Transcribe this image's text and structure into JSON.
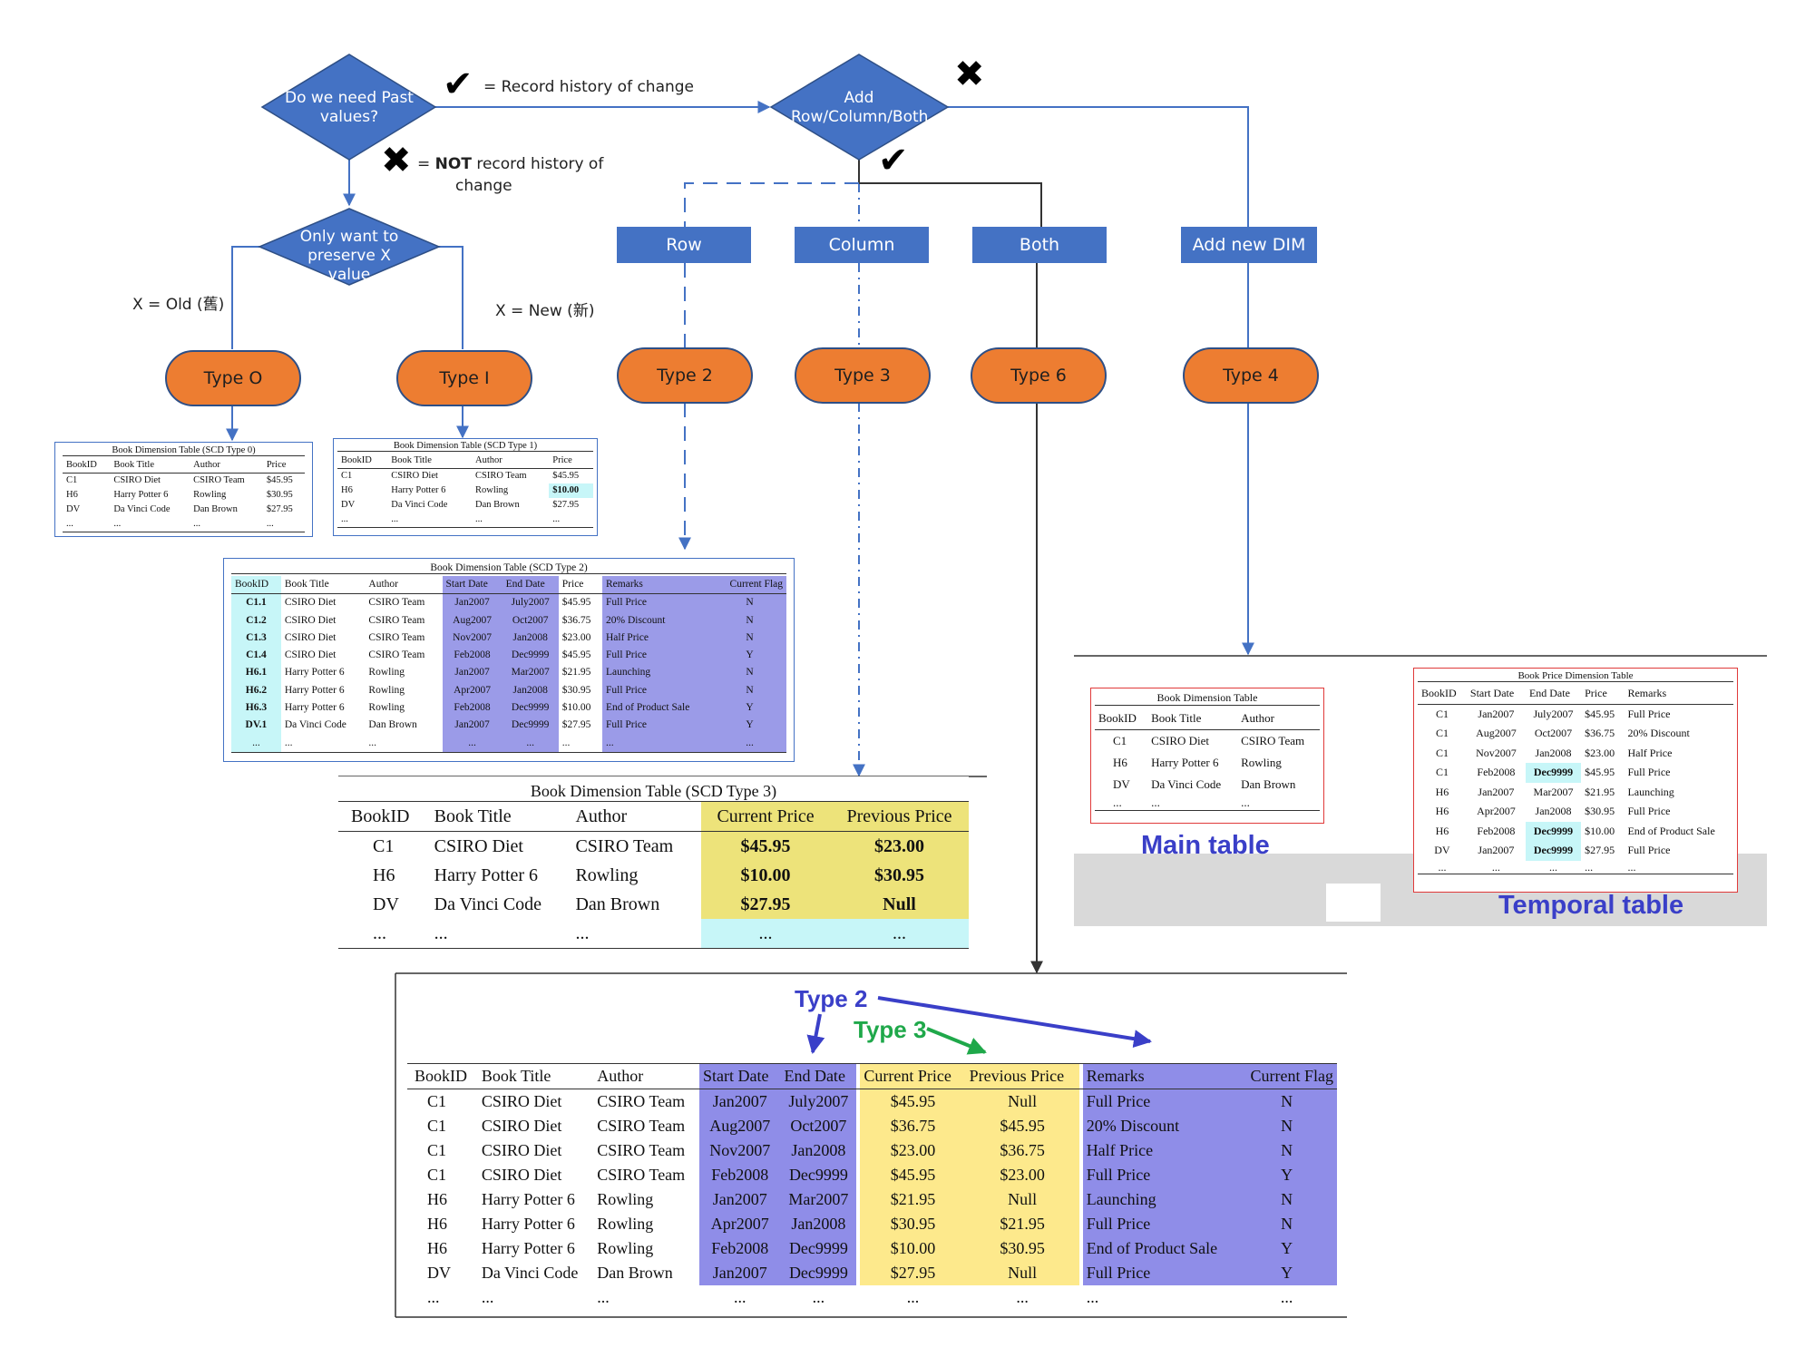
{
  "decisions": {
    "past_values": "Do we need Past values?",
    "add_what": "Add Row/Column/Both",
    "preserve": "Only want to preserve X value"
  },
  "notes": {
    "record_history": "= Record history of change",
    "not_record_1": "NOT",
    "not_record_prefix": "=",
    "not_record_rest": "record history of",
    "not_record_line2": "change",
    "x_old": "X = Old (舊)",
    "x_new": "X = New (新)"
  },
  "marks": {
    "check": "✔",
    "cross": "✖"
  },
  "options": {
    "row": "Row",
    "column": "Column",
    "both": "Both",
    "add_dim": "Add new DIM"
  },
  "types": {
    "t0": "Type O",
    "t1": "Type I",
    "t2": "Type 2",
    "t3": "Type 3",
    "t6": "Type 6",
    "t4": "Type 4"
  },
  "type0_table": {
    "caption": "Book Dimension Table (SCD Type 0)",
    "headers": [
      "BookID",
      "Book Title",
      "Author",
      "Price"
    ],
    "rows": [
      [
        "C1",
        "CSIRO Diet",
        "CSIRO Team",
        "$45.95"
      ],
      [
        "H6",
        "Harry Potter 6",
        "Rowling",
        "$30.95"
      ],
      [
        "DV",
        "Da Vinci Code",
        "Dan Brown",
        "$27.95"
      ],
      [
        "...",
        "...",
        "...",
        "..."
      ]
    ]
  },
  "type1_table": {
    "caption": "Book Dimension Table (SCD Type 1)",
    "headers": [
      "BookID",
      "Book Title",
      "Author",
      "Price"
    ],
    "rows": [
      [
        "C1",
        "CSIRO Diet",
        "CSIRO Team",
        "$45.95"
      ],
      [
        "H6",
        "Harry Potter 6",
        "Rowling",
        "$10.00"
      ],
      [
        "DV",
        "Da Vinci Code",
        "Dan Brown",
        "$27.95"
      ],
      [
        "...",
        "...",
        "...",
        "..."
      ]
    ]
  },
  "type2_table": {
    "caption": "Book Dimension Table (SCD Type 2)",
    "headers": [
      "BookID",
      "Book Title",
      "Author",
      "Start Date",
      "End Date",
      "Price",
      "Remarks",
      "Current Flag"
    ],
    "rows": [
      [
        "C1.1",
        "CSIRO Diet",
        "CSIRO Team",
        "Jan2007",
        "July2007",
        "$45.95",
        "Full Price",
        "N"
      ],
      [
        "C1.2",
        "CSIRO Diet",
        "CSIRO Team",
        "Aug2007",
        "Oct2007",
        "$36.75",
        "20% Discount",
        "N"
      ],
      [
        "C1.3",
        "CSIRO Diet",
        "CSIRO Team",
        "Nov2007",
        "Jan2008",
        "$23.00",
        "Half Price",
        "N"
      ],
      [
        "C1.4",
        "CSIRO Diet",
        "CSIRO Team",
        "Feb2008",
        "Dec9999",
        "$45.95",
        "Full Price",
        "Y"
      ],
      [
        "H6.1",
        "Harry Potter 6",
        "Rowling",
        "Jan2007",
        "Mar2007",
        "$21.95",
        "Launching",
        "N"
      ],
      [
        "H6.2",
        "Harry Potter 6",
        "Rowling",
        "Apr2007",
        "Jan2008",
        "$30.95",
        "Full Price",
        "N"
      ],
      [
        "H6.3",
        "Harry Potter 6",
        "Rowling",
        "Feb2008",
        "Dec9999",
        "$10.00",
        "End of Product Sale",
        "Y"
      ],
      [
        "DV.1",
        "Da Vinci Code",
        "Dan Brown",
        "Jan2007",
        "Dec9999",
        "$27.95",
        "Full Price",
        "Y"
      ],
      [
        "...",
        "...",
        "...",
        "...",
        "...",
        "...",
        "...",
        "..."
      ]
    ]
  },
  "type3_table": {
    "caption": "Book Dimension Table (SCD Type 3)",
    "headers": [
      "BookID",
      "Book Title",
      "Author",
      "Current Price",
      "Previous Price"
    ],
    "rows": [
      [
        "C1",
        "CSIRO Diet",
        "CSIRO Team",
        "$45.95",
        "$23.00"
      ],
      [
        "H6",
        "Harry Potter 6",
        "Rowling",
        "$10.00",
        "$30.95"
      ],
      [
        "DV",
        "Da Vinci Code",
        "Dan Brown",
        "$27.95",
        "Null"
      ],
      [
        "...",
        "...",
        "...",
        "...",
        "..."
      ]
    ]
  },
  "main_table": {
    "caption": "Book Dimension Table",
    "headers": [
      "BookID",
      "Book Title",
      "Author"
    ],
    "rows": [
      [
        "C1",
        "CSIRO Diet",
        "CSIRO Team"
      ],
      [
        "H6",
        "Harry Potter 6",
        "Rowling"
      ],
      [
        "DV",
        "Da Vinci Code",
        "Dan Brown"
      ],
      [
        "...",
        "...",
        "..."
      ]
    ],
    "label": "Main table"
  },
  "temporal_table": {
    "caption": "Book Price Dimension Table",
    "headers": [
      "BookID",
      "Start Date",
      "End Date",
      "Price",
      "Remarks"
    ],
    "rows": [
      [
        "C1",
        "Jan2007",
        "July2007",
        "$45.95",
        "Full Price"
      ],
      [
        "C1",
        "Aug2007",
        "Oct2007",
        "$36.75",
        "20% Discount"
      ],
      [
        "C1",
        "Nov2007",
        "Jan2008",
        "$23.00",
        "Half Price"
      ],
      [
        "C1",
        "Feb2008",
        "Dec9999",
        "$45.95",
        "Full Price"
      ],
      [
        "H6",
        "Jan2007",
        "Mar2007",
        "$21.95",
        "Launching"
      ],
      [
        "H6",
        "Apr2007",
        "Jan2008",
        "$30.95",
        "Full Price"
      ],
      [
        "H6",
        "Feb2008",
        "Dec9999",
        "$10.00",
        "End of Product Sale"
      ],
      [
        "DV",
        "Jan2007",
        "Dec9999",
        "$27.95",
        "Full Price"
      ],
      [
        "...",
        "...",
        "...",
        "...",
        "..."
      ]
    ],
    "label": "Temporal table"
  },
  "type6_table": {
    "label_type2": "Type 2",
    "label_type3": "Type 3",
    "headers": [
      "BookID",
      "Book Title",
      "Author",
      "Start Date",
      "End Date",
      "Current Price",
      "Previous Price",
      "Remarks",
      "Current Flag"
    ],
    "rows": [
      [
        "C1",
        "CSIRO Diet",
        "CSIRO Team",
        "Jan2007",
        "July2007",
        "$45.95",
        "Null",
        "Full Price",
        "N"
      ],
      [
        "C1",
        "CSIRO Diet",
        "CSIRO Team",
        "Aug2007",
        "Oct2007",
        "$36.75",
        "$45.95",
        "20% Discount",
        "N"
      ],
      [
        "C1",
        "CSIRO Diet",
        "CSIRO Team",
        "Nov2007",
        "Jan2008",
        "$23.00",
        "$36.75",
        "Half Price",
        "N"
      ],
      [
        "C1",
        "CSIRO Diet",
        "CSIRO Team",
        "Feb2008",
        "Dec9999",
        "$45.95",
        "$23.00",
        "Full Price",
        "Y"
      ],
      [
        "H6",
        "Harry Potter 6",
        "Rowling",
        "Jan2007",
        "Mar2007",
        "$21.95",
        "Null",
        "Launching",
        "N"
      ],
      [
        "H6",
        "Harry Potter 6",
        "Rowling",
        "Apr2007",
        "Jan2008",
        "$30.95",
        "$21.95",
        "Full Price",
        "N"
      ],
      [
        "H6",
        "Harry Potter 6",
        "Rowling",
        "Feb2008",
        "Dec9999",
        "$10.00",
        "$30.95",
        "End of Product Sale",
        "Y"
      ],
      [
        "DV",
        "Da Vinci Code",
        "Dan Brown",
        "Jan2007",
        "Dec9999",
        "$27.95",
        "Null",
        "Full Price",
        "Y"
      ],
      [
        "...",
        "...",
        "...",
        "...",
        "...",
        "...",
        "...",
        "...",
        "..."
      ]
    ]
  },
  "colors": {
    "node_blue": "#4472c4",
    "node_orange": "#ed7d31",
    "label_blue": "#3a3fc8",
    "label_green": "#1fa84a"
  }
}
